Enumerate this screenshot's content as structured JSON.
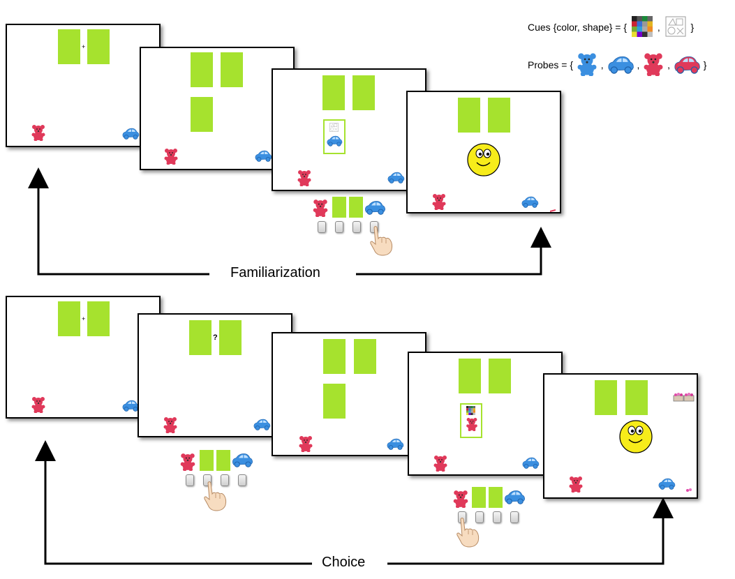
{
  "legend": {
    "cues_text": "Cues {color, shape} = {",
    "cues_end": "}",
    "probes_text": "Probes = {",
    "probes_end": "}",
    "sep": ","
  },
  "phases": {
    "familiarization": "Familiarization",
    "choice": "Choice"
  },
  "fixation": "+",
  "question": "?",
  "colors": {
    "rect": "#a6e22e",
    "bear": "#e0395a",
    "car": "#3b8fe0",
    "smiley": "#f7ec1a",
    "bear_blue": "#3b8fe0",
    "car_red": "#e0395a"
  }
}
